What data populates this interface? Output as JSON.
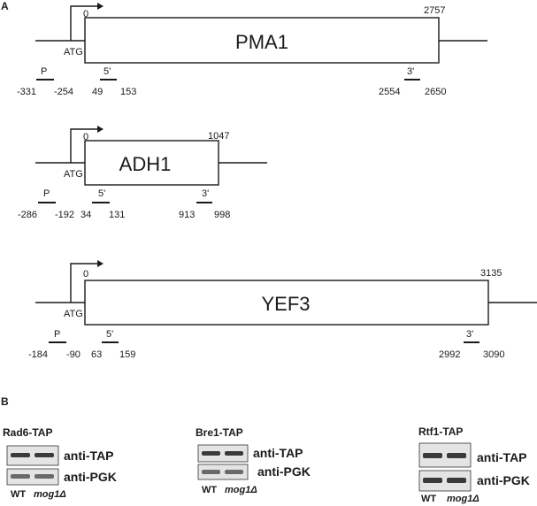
{
  "panels": {
    "a_label": "A",
    "b_label": "B"
  },
  "genes": [
    {
      "name": "PMA1",
      "start": "0",
      "end": "2757",
      "atg": "ATG",
      "probes": {
        "p": {
          "label": "P",
          "from": "-331",
          "to": "-254"
        },
        "five": {
          "label": "5'",
          "from": "49",
          "to": "153"
        },
        "three": {
          "label": "3'",
          "from": "2554",
          "to": "2650"
        }
      }
    },
    {
      "name": "ADH1",
      "start": "0",
      "end": "1047",
      "atg": "ATG",
      "probes": {
        "p": {
          "label": "P",
          "from": "-286",
          "to": "-192"
        },
        "five": {
          "label": "5'",
          "from": "34",
          "to": "131"
        },
        "three": {
          "label": "3'",
          "from": "913",
          "to": "998"
        }
      }
    },
    {
      "name": "YEF3",
      "start": "0",
      "end": "3135",
      "atg": "ATG",
      "probes": {
        "p": {
          "label": "P",
          "from": "-184",
          "to": "-90"
        },
        "five": {
          "label": "5'",
          "from": "63",
          "to": "159"
        },
        "three": {
          "label": "3'",
          "from": "2992",
          "to": "3090"
        }
      }
    }
  ],
  "westerns": [
    {
      "title": "Rad6-TAP",
      "ab1": "anti-TAP",
      "ab2": "anti-PGK",
      "lane1": "WT",
      "lane2": "mog1Δ"
    },
    {
      "title": "Bre1-TAP",
      "ab1": "anti-TAP",
      "ab2": "anti-PGK",
      "lane1": "WT",
      "lane2": "mog1Δ"
    },
    {
      "title": "Rtf1-TAP",
      "ab1": "anti-TAP",
      "ab2": "anti-PGK",
      "lane1": "WT",
      "lane2": "mog1Δ"
    }
  ]
}
